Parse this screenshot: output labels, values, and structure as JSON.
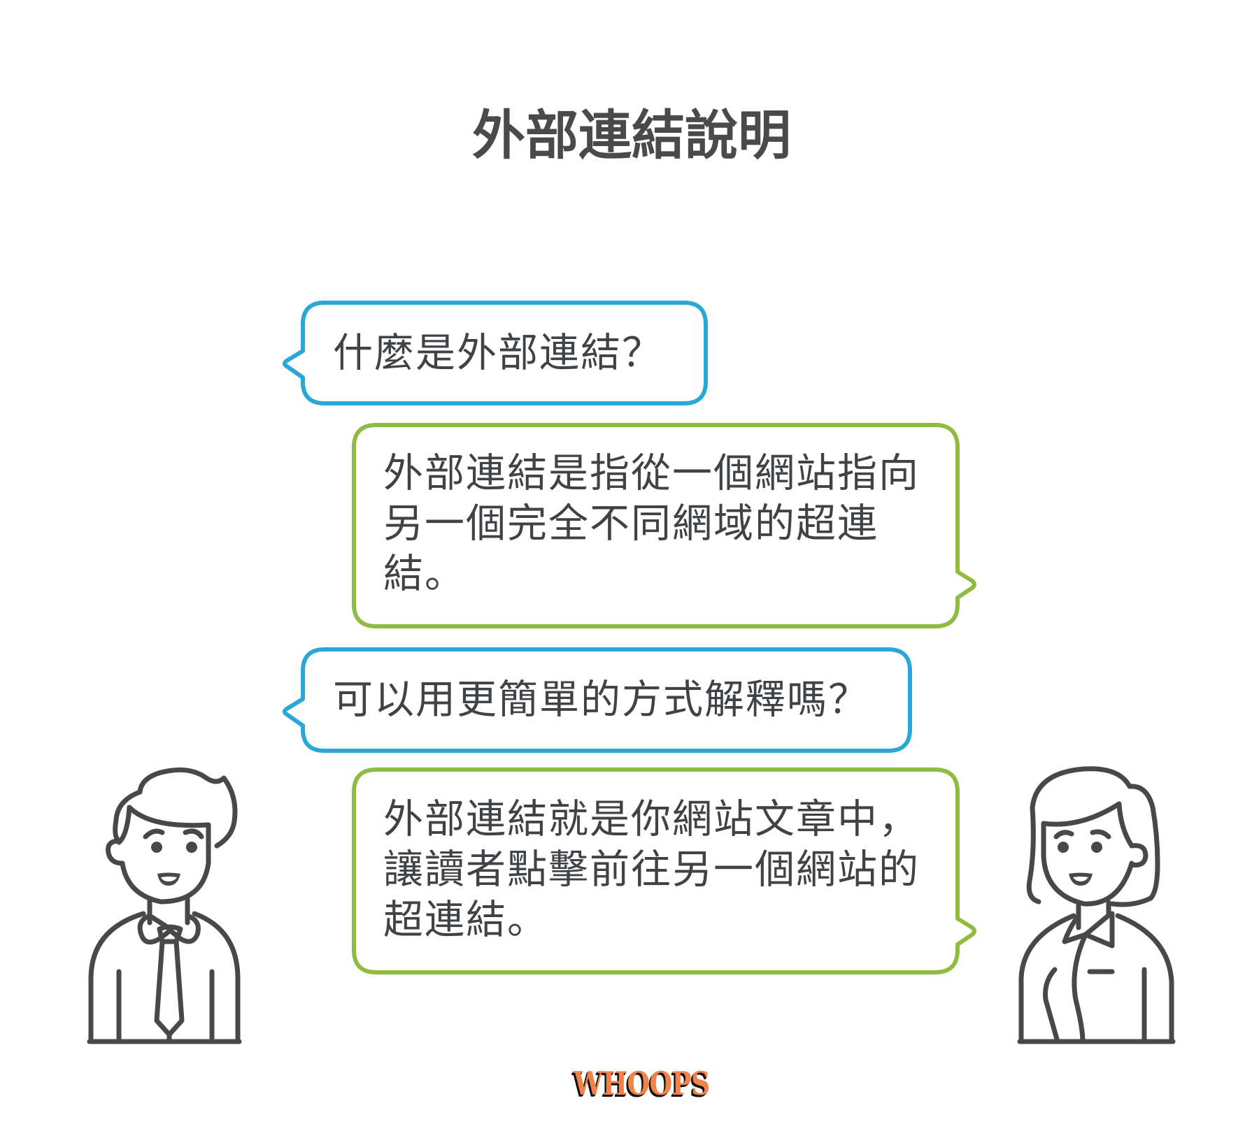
{
  "title": "外部連結說明",
  "colors": {
    "question_border": "#29a8d6",
    "answer_border": "#8fbc3f",
    "text": "#404346",
    "title": "#4a4a4a",
    "figure_stroke": "#484848",
    "logo_fill": "#f0834a",
    "logo_shadow": "#111111"
  },
  "conversation": [
    {
      "speaker": "man",
      "role": "question",
      "text": "什麼是外部連結？"
    },
    {
      "speaker": "woman",
      "role": "answer",
      "text": "外部連結是指從一個網站指向另一個完全不同網域的超連結。"
    },
    {
      "speaker": "man",
      "role": "question",
      "text": "可以用更簡單的方式解釋嗎？"
    },
    {
      "speaker": "woman",
      "role": "answer",
      "text": "外部連結就是你網站文章中，讓讀者點擊前往另一個網站的超連結。"
    }
  ],
  "characters": {
    "left": "man-with-tie-icon",
    "right": "woman-with-collar-icon"
  },
  "footer": {
    "logo_text": "WHOOPS"
  }
}
